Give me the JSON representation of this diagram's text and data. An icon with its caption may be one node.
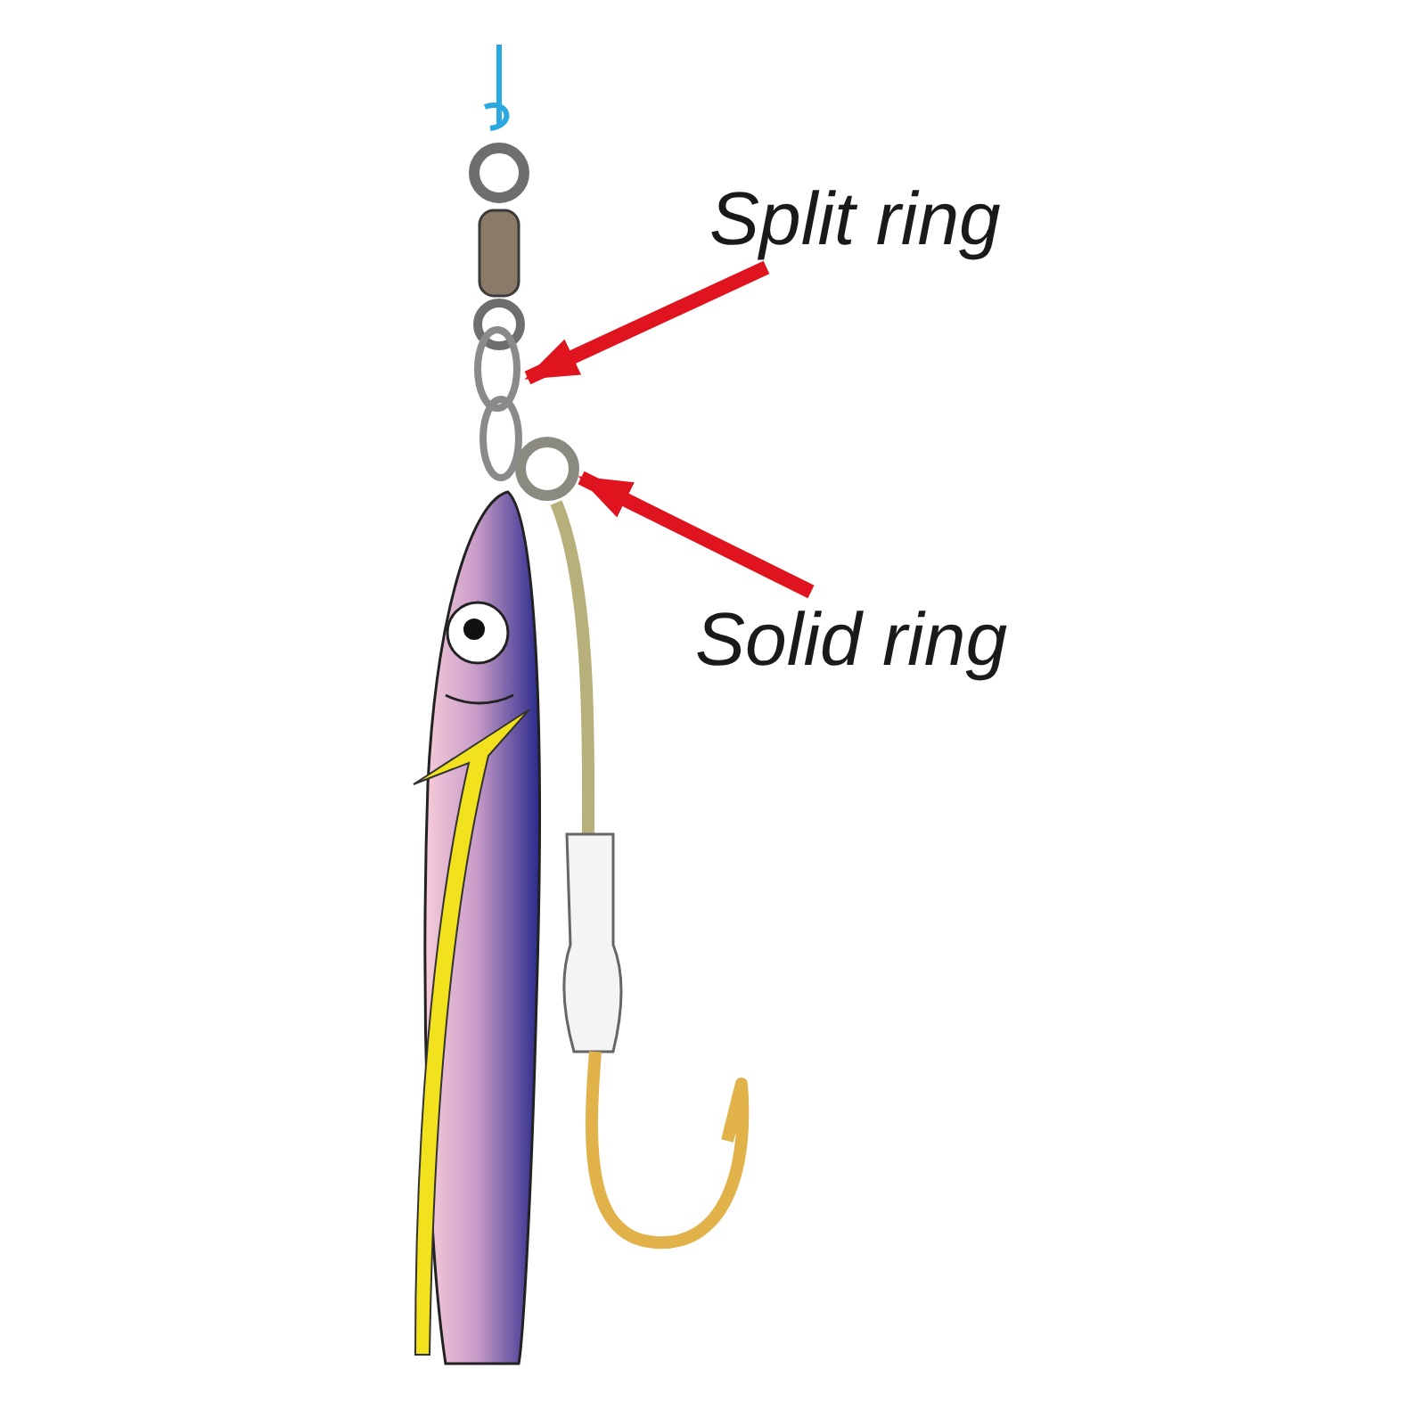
{
  "diagram": {
    "nodes": [
      {
        "text": [
          "Split ring"
        ]
      },
      {
        "text": [],
        "shape": "circle"
      },
      {
        "text": [
          "Solid ring"
        ]
      },
      {
        "text": [],
        "shape": "circle"
      }
    ],
    "edges": [
      {
        "from": 0,
        "to": 1,
        "arrow": "to"
      },
      {
        "from": 2,
        "to": 3,
        "arrow": "to"
      }
    ]
  }
}
